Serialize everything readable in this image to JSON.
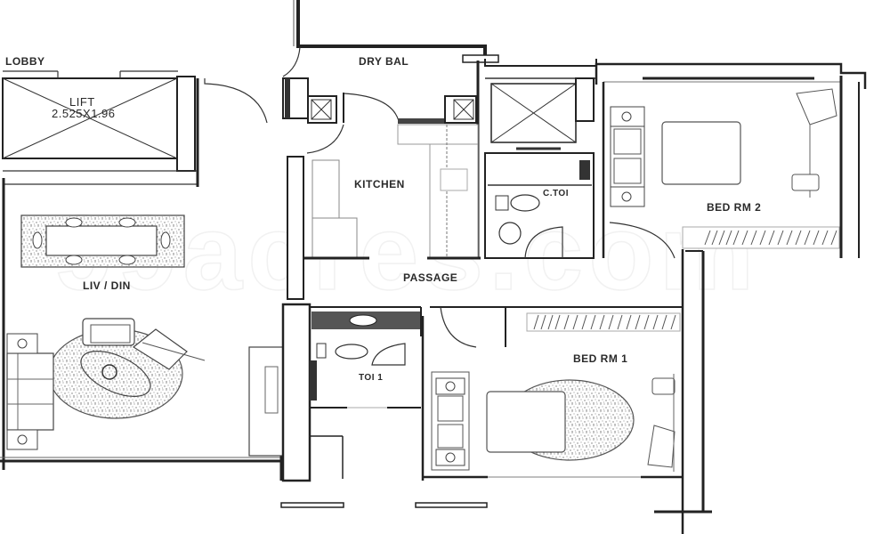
{
  "floor_plan": {
    "watermark": "99acres.com",
    "rooms": {
      "lobby": "LOBBY",
      "lift": "LIFT",
      "lift_size": "2.525X1.96",
      "dry_bal": "DRY BAL",
      "kitchen": "KITCHEN",
      "c_toi": "C.TOI",
      "bed_rm_2": "BED RM 2",
      "liv_din": "LIV / DIN",
      "passage": "PASSAGE",
      "toi_1": "TOI 1",
      "bed_rm_1": "BED RM 1"
    },
    "colors": {
      "wall": "#1a1a1a",
      "line": "#444444",
      "light_line": "#9a9a9a",
      "fill_dark": "#555555",
      "background": "#ffffff"
    }
  }
}
